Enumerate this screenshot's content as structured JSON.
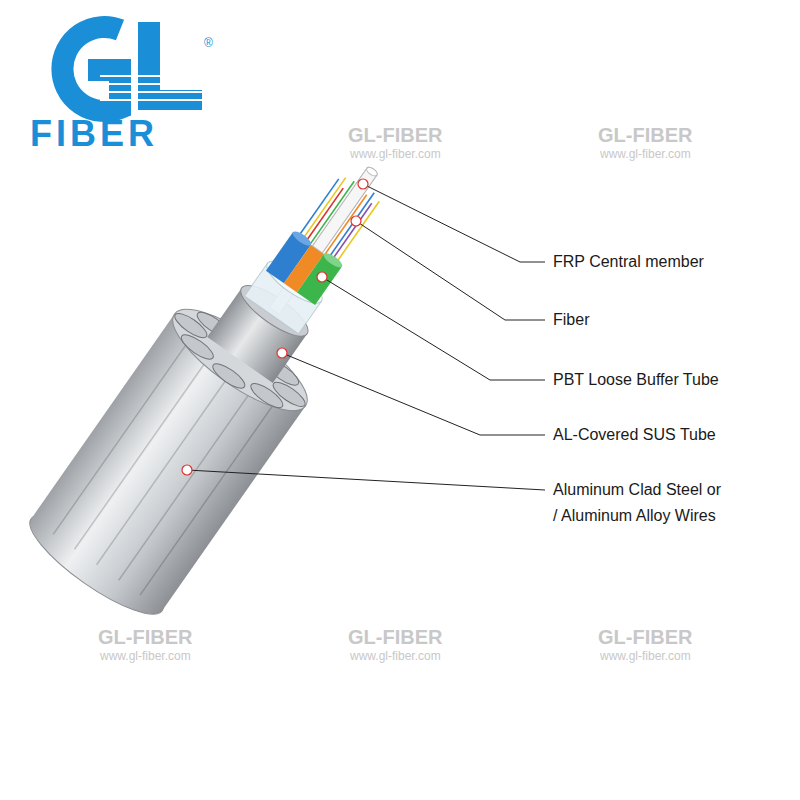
{
  "diagram": {
    "labels": [
      "®",
      "FIBER",
      "GL-FIBER",
      "www.gl-fiber.com",
      "GL-FIBER",
      "www.gl-fiber.com",
      "FRP Central member",
      "Fiber",
      "PBT Loose Buffer Tube",
      "AL-Covered SUS Tube",
      "Aluminum Clad Steel or / Aluminum Alloy Wires",
      "GL-FIBER",
      "www.gl-fiber.com",
      "GL-FIBER",
      "www.gl-fiber.com",
      "GL-FIBER",
      "www.gl-fiber.com"
    ]
  }
}
